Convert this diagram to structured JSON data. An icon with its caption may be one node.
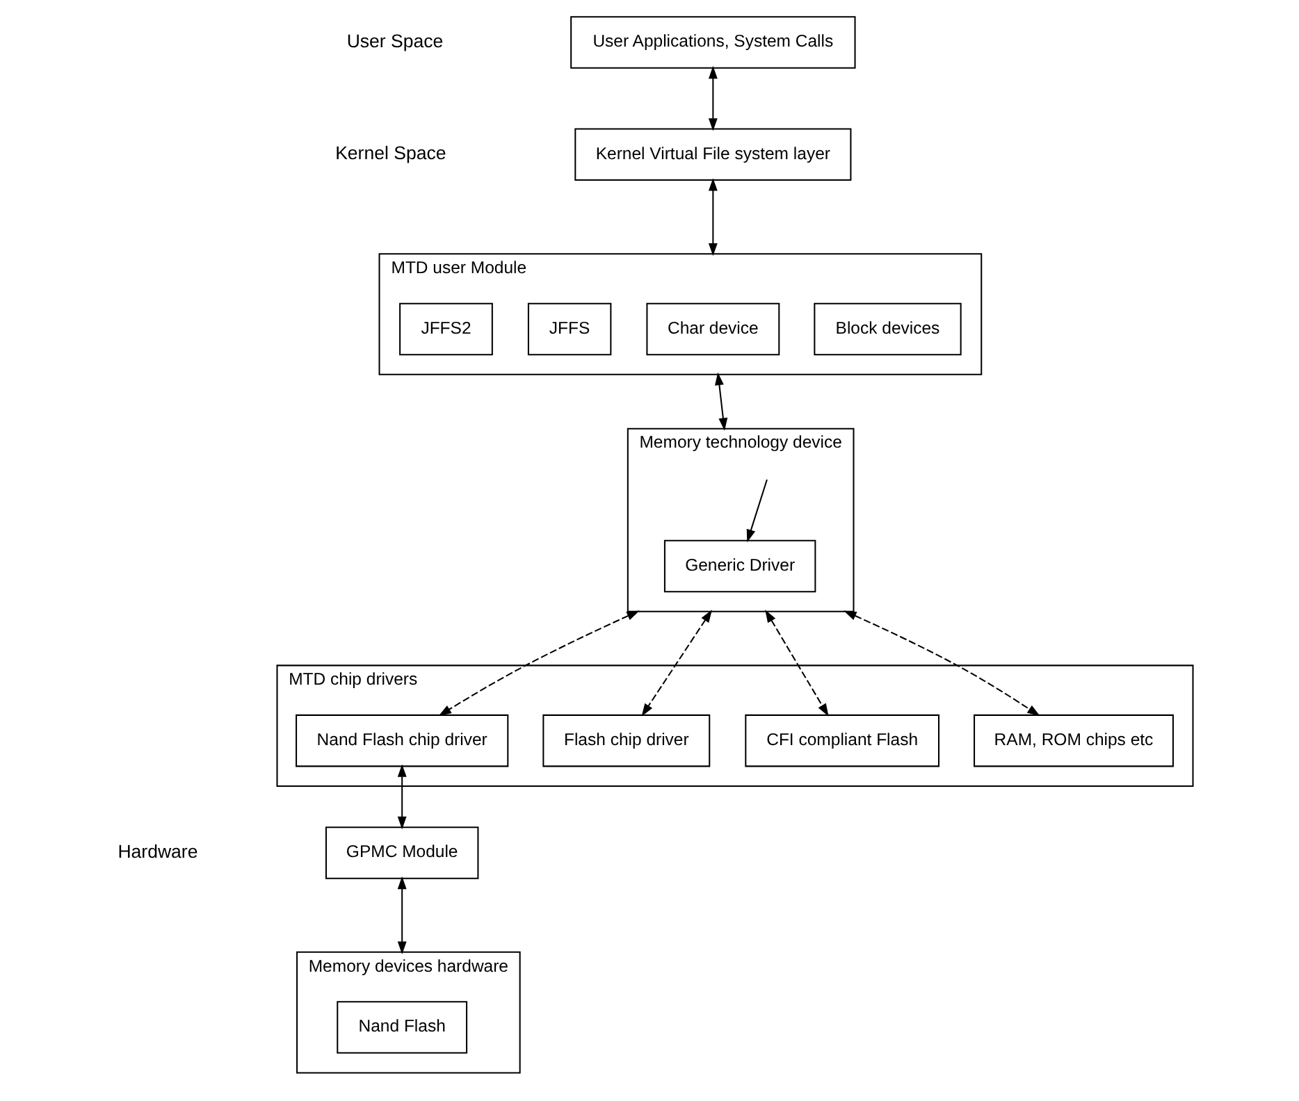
{
  "diagram": {
    "nodes": [
      {
        "text": [
          "User Applications, System Calls"
        ]
      },
      {
        "text": [
          "Kernel Virtual File system layer"
        ]
      },
      {
        "text": [
          "MTD user Module"
        ]
      },
      {
        "text": [
          "JFFS2"
        ],
        "in": 2
      },
      {
        "text": [
          "JFFS"
        ],
        "in": 2
      },
      {
        "text": [
          "Char device"
        ],
        "in": 2
      },
      {
        "text": [
          "Block devices"
        ],
        "in": 2
      },
      {
        "text": [
          "Memory technology device"
        ]
      },
      {
        "text": [
          "Generic Driver"
        ],
        "in": 7
      },
      {
        "text": [
          "MTD chip drivers"
        ]
      },
      {
        "text": [
          "Nand Flash chip driver"
        ],
        "in": 9
      },
      {
        "text": [
          "Flash chip driver"
        ],
        "in": 9
      },
      {
        "text": [
          "CFI compliant Flash"
        ],
        "in": 9
      },
      {
        "text": [
          "RAM, ROM chips etc"
        ],
        "in": 9
      },
      {
        "text": [
          "GPMC Module"
        ]
      },
      {
        "text": [
          "Memory devices hardware"
        ]
      },
      {
        "text": [
          "Nand Flash"
        ],
        "in": 15
      }
    ],
    "edges": [
      {
        "from": 0,
        "to": 1,
        "arrow": "both"
      },
      {
        "from": 1,
        "to": 2,
        "arrow": "both"
      },
      {
        "from": 2,
        "to": 7,
        "arrow": "both"
      },
      {
        "from": null,
        "to": 8,
        "arrow": "to"
      },
      {
        "from": 7,
        "to": 10,
        "arrow": "both",
        "style": "dashed"
      },
      {
        "from": 7,
        "to": 11,
        "arrow": "both",
        "style": "dashed"
      },
      {
        "from": 7,
        "to": 12,
        "arrow": "both",
        "style": "dashed"
      },
      {
        "from": 7,
        "to": 13,
        "arrow": "both",
        "style": "dashed"
      },
      {
        "from": 10,
        "to": 14,
        "arrow": "both"
      },
      {
        "from": 14,
        "to": 15,
        "arrow": "both"
      }
    ],
    "labels": [
      "User Space",
      "Kernel Space",
      "Hardware"
    ]
  }
}
